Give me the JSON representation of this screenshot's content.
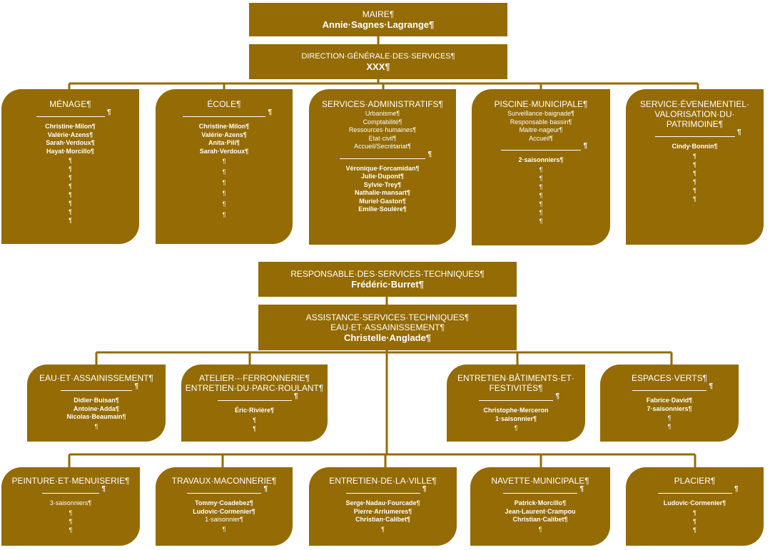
{
  "top": {
    "mayor": {
      "title": "MAIRE¶",
      "name": "Annie·Sagnes·Lagrange¶"
    },
    "dgs": {
      "title": "DIRECTION·GÉNÉRALE·DES·SERVICES¶",
      "name": "XXX¶"
    },
    "departments": [
      {
        "title": [
          "MÉNAGE¶"
        ],
        "people": [
          "Christine·Milon¶",
          "Valérie·Azens¶",
          "Sarah·Verdoux¶",
          "Hayat·Morcillo¶"
        ],
        "tails": [
          "¶",
          "¶",
          "¶",
          "¶",
          "¶",
          "¶",
          "¶",
          "¶"
        ]
      },
      {
        "title": [
          "ÉCOLE¶"
        ],
        "people": [
          "Christine·Milon¶",
          "Valérie·Azens¶",
          "Anita·Pili¶",
          "Sarah·Verdoux¶"
        ],
        "tails": [
          "¶",
          "¶",
          "¶",
          "¶",
          "¶",
          "¶"
        ]
      },
      {
        "title": [
          "SERVICES·ADMINISTRATIFS¶"
        ],
        "subs": [
          "Urbanisme¶",
          "Comptabilité¶",
          "Ressources·humaines¶",
          "Etat·civil¶",
          "Accueil/Secrétariat¶"
        ],
        "people": [
          "Véronique·Forcamidan¶",
          "Julie·Dupont¶",
          "Sylvie·Trey¶",
          "Nathalie·mansart¶",
          "Muriel·Gaston¶",
          "Emilie·Soulère¶"
        ],
        "tails": []
      },
      {
        "title": [
          "PISCINE·MUNICIPALE¶"
        ],
        "subs": [
          "Surveillance·baignade¶",
          "Responsable·bassin¶",
          "Maitre-nageur¶",
          "Accueil¶"
        ],
        "people": [
          "2·saisonniers¶"
        ],
        "tails": [
          "¶",
          "¶",
          "¶",
          "¶",
          "¶",
          "¶",
          "¶"
        ]
      },
      {
        "title": [
          "SERVICE·ÉVENEMENTIEL·",
          "VALORISATION·DU·",
          "PATRIMOINE¶"
        ],
        "people": [
          "Cindy·Bonnin¶"
        ],
        "tails": [
          "¶",
          "¶",
          "¶",
          "¶",
          "¶",
          "¶"
        ]
      }
    ]
  },
  "technical": {
    "head": {
      "title": "RESPONSABLE·DES·SERVICES·TECHNIQUES¶",
      "name": "Frédéric·Burret¶"
    },
    "assistant": {
      "title1": "ASSISTANCE·SERVICES·TECHNIQUES¶",
      "title2": "EAU·ET·ASSAINISSEMENT¶",
      "name": "Christelle·Anglade¶"
    },
    "row1": [
      {
        "title": [
          "EAU·ET·ASSAINISSEMENT¶"
        ],
        "people": [
          "Didier·Buisan¶",
          "Antoine·Adda¶",
          "Nicolas·Beaumain¶"
        ],
        "tails": [
          "¶"
        ]
      },
      {
        "title": [
          "ATELIER·-·FERRONNERIE¶",
          "ENTRETIEN·DU·PARC·ROULANT¶"
        ],
        "people": [
          "Éric·Rivière¶"
        ],
        "tails": [
          "¶",
          "¶"
        ]
      },
      {
        "title": [
          "ENTRETIEN·BÂTIMENTS·ET·",
          "FESTIVITÉS¶"
        ],
        "people": [
          "Christophe·Merceron",
          "1·saisonnier¶"
        ],
        "tails": [
          "¶"
        ]
      },
      {
        "title": [
          "ESPACES·VERTS¶"
        ],
        "people": [
          "Fabrice·David¶",
          "7·saisonniers¶"
        ],
        "tails": [
          "¶",
          "¶"
        ]
      }
    ],
    "row2": [
      {
        "title": [
          "PEINTURE·ET·MENUISERIE¶"
        ],
        "people": [
          "3·saisonniers¶"
        ],
        "tails": [
          "¶",
          "¶",
          "¶"
        ]
      },
      {
        "title": [
          "TRAVAUX·MACONNERIE¶"
        ],
        "people": [
          "Tommy·Coadebez¶",
          "Ludovic·Cormenier¶",
          "1·saisonnier¶"
        ],
        "tails": [
          "¶"
        ]
      },
      {
        "title": [
          "ENTRETIEN·DE·LA·VILLE¶"
        ],
        "people": [
          "Serge·Nadau·Fourcade¶",
          "Pierre·Arriumeres¶",
          "Christian·Calibet¶"
        ],
        "tails": [
          "¶"
        ]
      },
      {
        "title": [
          "NAVETTE·MUNICIPALE¶"
        ],
        "people": [
          "Patrick·Morcillo¶",
          "Jean-Laurent·Crampou",
          "Christian·Calibet¶"
        ],
        "tails": [
          "¶"
        ]
      },
      {
        "title": [
          "PLACIER¶"
        ],
        "people": [
          "Ludovic·Cormenier¶"
        ],
        "tails": [
          "¶",
          "¶",
          "¶"
        ]
      }
    ]
  },
  "separator": "¶",
  "colors": {
    "box": "#946b04",
    "text": "#ffffff",
    "connector": "#946b04"
  }
}
